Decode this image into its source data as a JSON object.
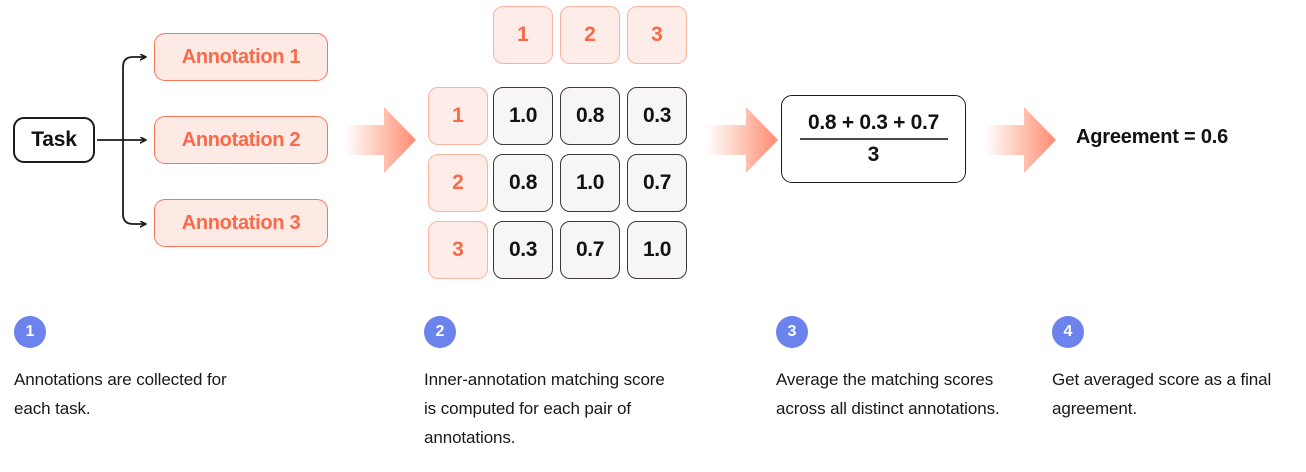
{
  "diagram": {
    "source_node": {
      "label": "Task"
    },
    "annotations": [
      {
        "label": "Annotation 1"
      },
      {
        "label": "Annotation 2"
      },
      {
        "label": "Annotation 3"
      }
    ],
    "matrix": {
      "column_headers": [
        "1",
        "2",
        "3"
      ],
      "row_headers": [
        "1",
        "2",
        "3"
      ],
      "rows": [
        [
          "1.0",
          "0.8",
          "0.3"
        ],
        [
          "0.8",
          "1.0",
          "0.7"
        ],
        [
          "0.3",
          "0.7",
          "1.0"
        ]
      ]
    },
    "formula": {
      "numerator": "0.8 + 0.3 + 0.7",
      "denominator": "3"
    },
    "result": {
      "text": "Agreement = 0.6"
    },
    "arrows": [
      {
        "name": "arrow-to-matrix"
      },
      {
        "name": "arrow-to-formula"
      },
      {
        "name": "arrow-to-result"
      }
    ]
  },
  "steps": [
    {
      "number": "1",
      "text": "Annotations are collected for each task."
    },
    {
      "number": "2",
      "text": "Inner-annotation matching score is computed for each pair of annotations."
    },
    {
      "number": "3",
      "text": "Average the matching scores across all distinct annotations."
    },
    {
      "number": "4",
      "text": "Get averaged score as a final agreement."
    }
  ],
  "colors": {
    "coral": "#FA6A4A",
    "coral_border": "#FA7456",
    "coral_fill": "#FDEAE5",
    "arrow_tip": "#FF8A70",
    "badge_blue": "#6C82EC",
    "ink": "#111111",
    "cell_fill": "#F7F6F5"
  }
}
